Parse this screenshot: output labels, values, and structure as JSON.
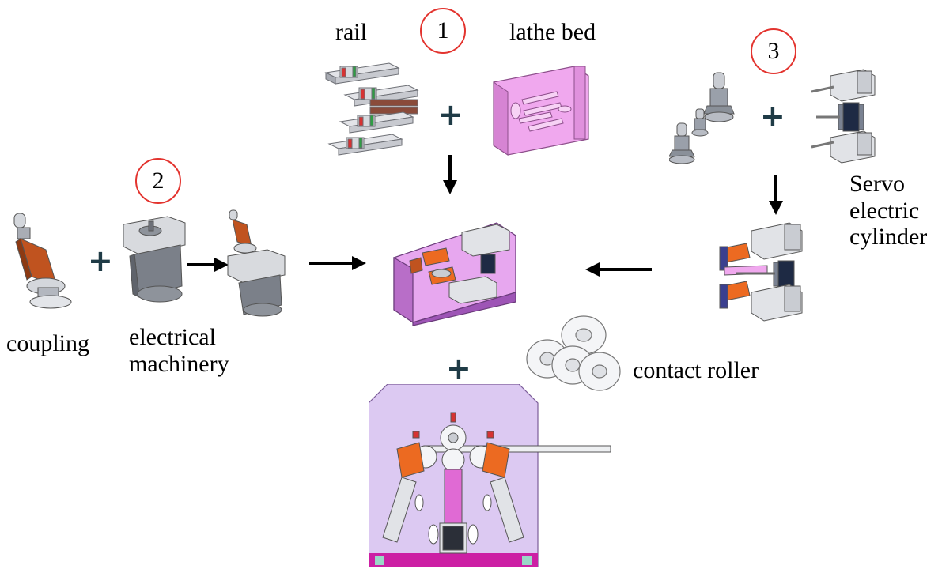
{
  "labels": {
    "rail": "rail",
    "lathe_bed": "lathe bed",
    "servo": [
      "Servo",
      "electric",
      "cylinder"
    ],
    "coupling": "coupling",
    "electrical_machinery": [
      "electrical",
      "machinery"
    ],
    "contact_roller": "contact roller"
  },
  "steps": [
    "1",
    "2",
    "3"
  ],
  "plus_sign": "+",
  "colors": {
    "step_circle": "#e3342f",
    "lathe_pink": "#f0a8ee",
    "base_purple": "#dcc9f2",
    "part_grey": "#b9bcc4",
    "copper": "#c0531f",
    "orange_bracket": "#ec6a21",
    "rail_green": "#2f9e44",
    "rail_red": "#d63232",
    "arrow": "#000000",
    "plus": "#1f3b46"
  },
  "icons": [
    "rail-set-icon",
    "lathe-bed-icon",
    "servo-cylinder-icon",
    "coupling-icon",
    "motor-icon",
    "roller-icon",
    "assembly-icon",
    "base-assembly-icon"
  ]
}
